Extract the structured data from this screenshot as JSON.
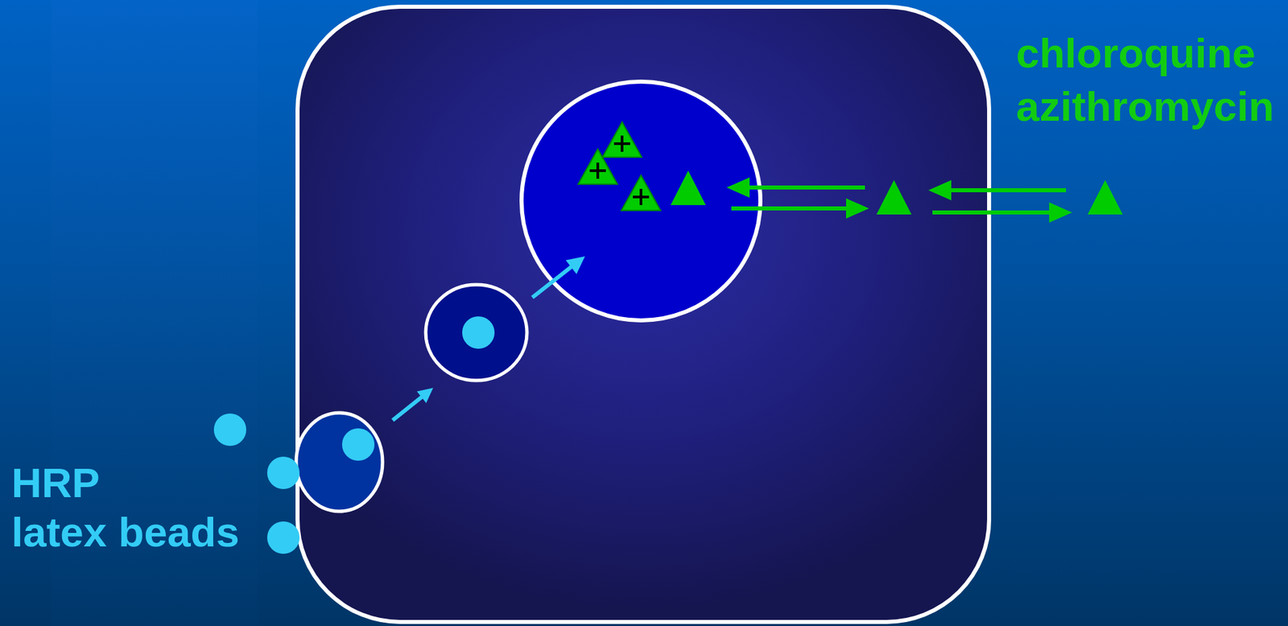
{
  "diagram": {
    "labels": [
      "chloroquine",
      "azithromycin",
      "HRP",
      "latex beads"
    ]
  }
}
